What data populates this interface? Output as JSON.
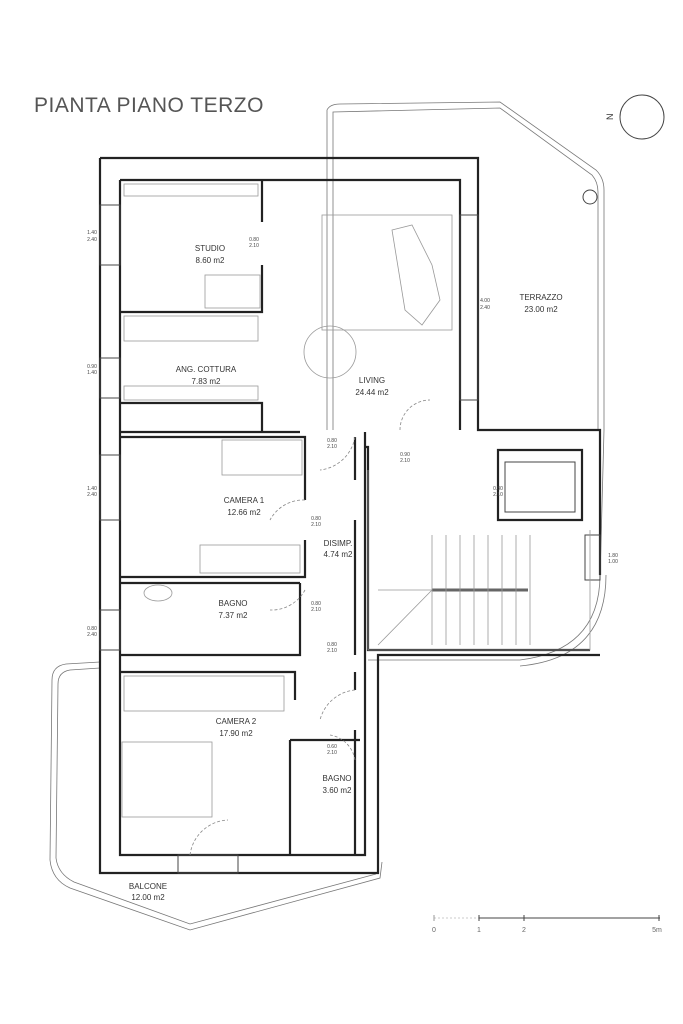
{
  "title": "PIANTA PIANO TERZO",
  "north_label": "N",
  "rooms": [
    {
      "name": "STUDIO",
      "area": "8.60 m2"
    },
    {
      "name": "ANG. COTTURA",
      "area": "7.83 m2"
    },
    {
      "name": "LIVING",
      "area": "24.44 m2"
    },
    {
      "name": "TERRAZZO",
      "area": "23.00 m2"
    },
    {
      "name": "CAMERA 1",
      "area": "12.66 m2"
    },
    {
      "name": "DISIMP.",
      "area": "4.74 m2"
    },
    {
      "name": "BAGNO",
      "area": "7.37 m2"
    },
    {
      "name": "CAMERA 2",
      "area": "17.90 m2"
    },
    {
      "name": "BAGNO",
      "area": "3.60 m2"
    },
    {
      "name": "BALCONE",
      "area": "12.00 m2"
    }
  ],
  "openings": [
    {
      "w": "1.40",
      "h": "2.40"
    },
    {
      "w": "0.80",
      "h": "2.10"
    },
    {
      "w": "4.00",
      "h": "2.40"
    },
    {
      "w": "0.90",
      "h": "1.40"
    },
    {
      "w": "0.80",
      "h": "2.10"
    },
    {
      "w": "0.90",
      "h": "2.10"
    },
    {
      "w": "1.40",
      "h": "2.40"
    },
    {
      "w": "0.80",
      "h": "2.10"
    },
    {
      "w": "0.80",
      "h": "2.10"
    },
    {
      "w": "0.80",
      "h": "2.40"
    },
    {
      "w": "0.80",
      "h": "2.10"
    },
    {
      "w": "0.80",
      "h": "2.10"
    },
    {
      "w": "0.60",
      "h": "2.10"
    },
    {
      "w": "1.80",
      "h": "1.00"
    }
  ],
  "scale_bar": {
    "ticks": [
      "0",
      "1",
      "2",
      "5m"
    ]
  }
}
